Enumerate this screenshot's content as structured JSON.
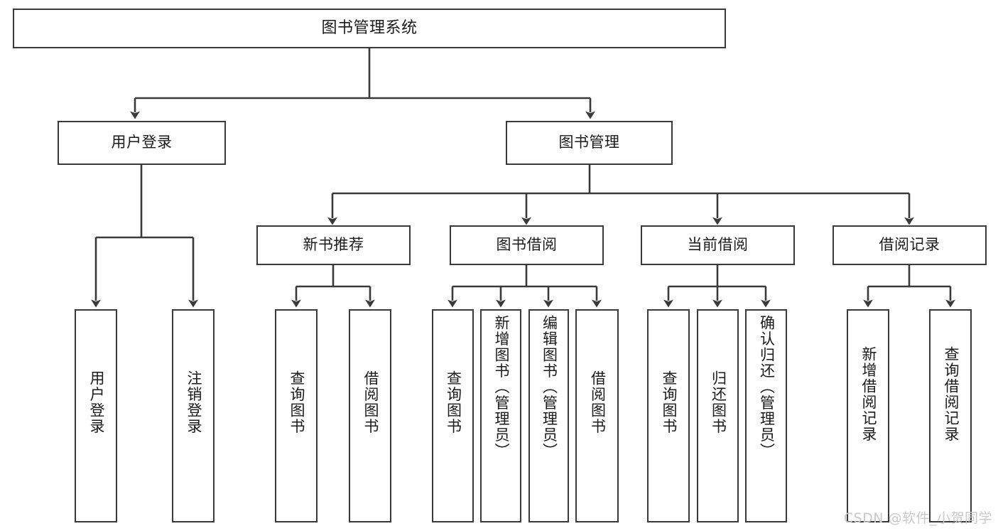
{
  "diagram": {
    "title": "图书管理系统",
    "type": "function-tree",
    "root": {
      "label": "图书管理系统"
    },
    "level2": [
      {
        "id": "user-login",
        "label": "用户登录"
      },
      {
        "id": "book-manage",
        "label": "图书管理"
      }
    ],
    "level3": [
      {
        "id": "new-book-recommend",
        "label": "新书推荐"
      },
      {
        "id": "book-borrow",
        "label": "图书借阅"
      },
      {
        "id": "current-borrow",
        "label": "当前借阅"
      },
      {
        "id": "borrow-record",
        "label": "借阅记录"
      }
    ],
    "leaves": {
      "user_login": [
        {
          "id": "leaf-user-login",
          "label": "用户登录"
        },
        {
          "id": "leaf-user-logout",
          "label": "注销登录"
        }
      ],
      "new_book_recommend": [
        {
          "id": "leaf-query-book-1",
          "label": "查询图书"
        },
        {
          "id": "leaf-borrow-book-1",
          "label": "借阅图书"
        }
      ],
      "book_borrow": [
        {
          "id": "leaf-query-book-2",
          "label": "查询图书"
        },
        {
          "id": "leaf-add-book",
          "label": "新增图书（管理员）"
        },
        {
          "id": "leaf-edit-book",
          "label": "编辑图书（管理员）"
        },
        {
          "id": "leaf-borrow-book-2",
          "label": "借阅图书"
        }
      ],
      "current_borrow": [
        {
          "id": "leaf-query-book-3",
          "label": "查询图书"
        },
        {
          "id": "leaf-return-book",
          "label": "归还图书"
        },
        {
          "id": "leaf-confirm-return",
          "label": "确认归还（管理员）"
        }
      ],
      "borrow_record": [
        {
          "id": "leaf-add-record",
          "label": "新增借阅记录"
        },
        {
          "id": "leaf-query-record",
          "label": "查询借阅记录"
        }
      ]
    }
  },
  "watermark": {
    "text": "CSDN @软件_小贺同学"
  },
  "colors": {
    "stroke": "#3a3a3a",
    "background": "#ffffff",
    "text": "#1a1a1a",
    "watermark": "#c9c9c9"
  }
}
